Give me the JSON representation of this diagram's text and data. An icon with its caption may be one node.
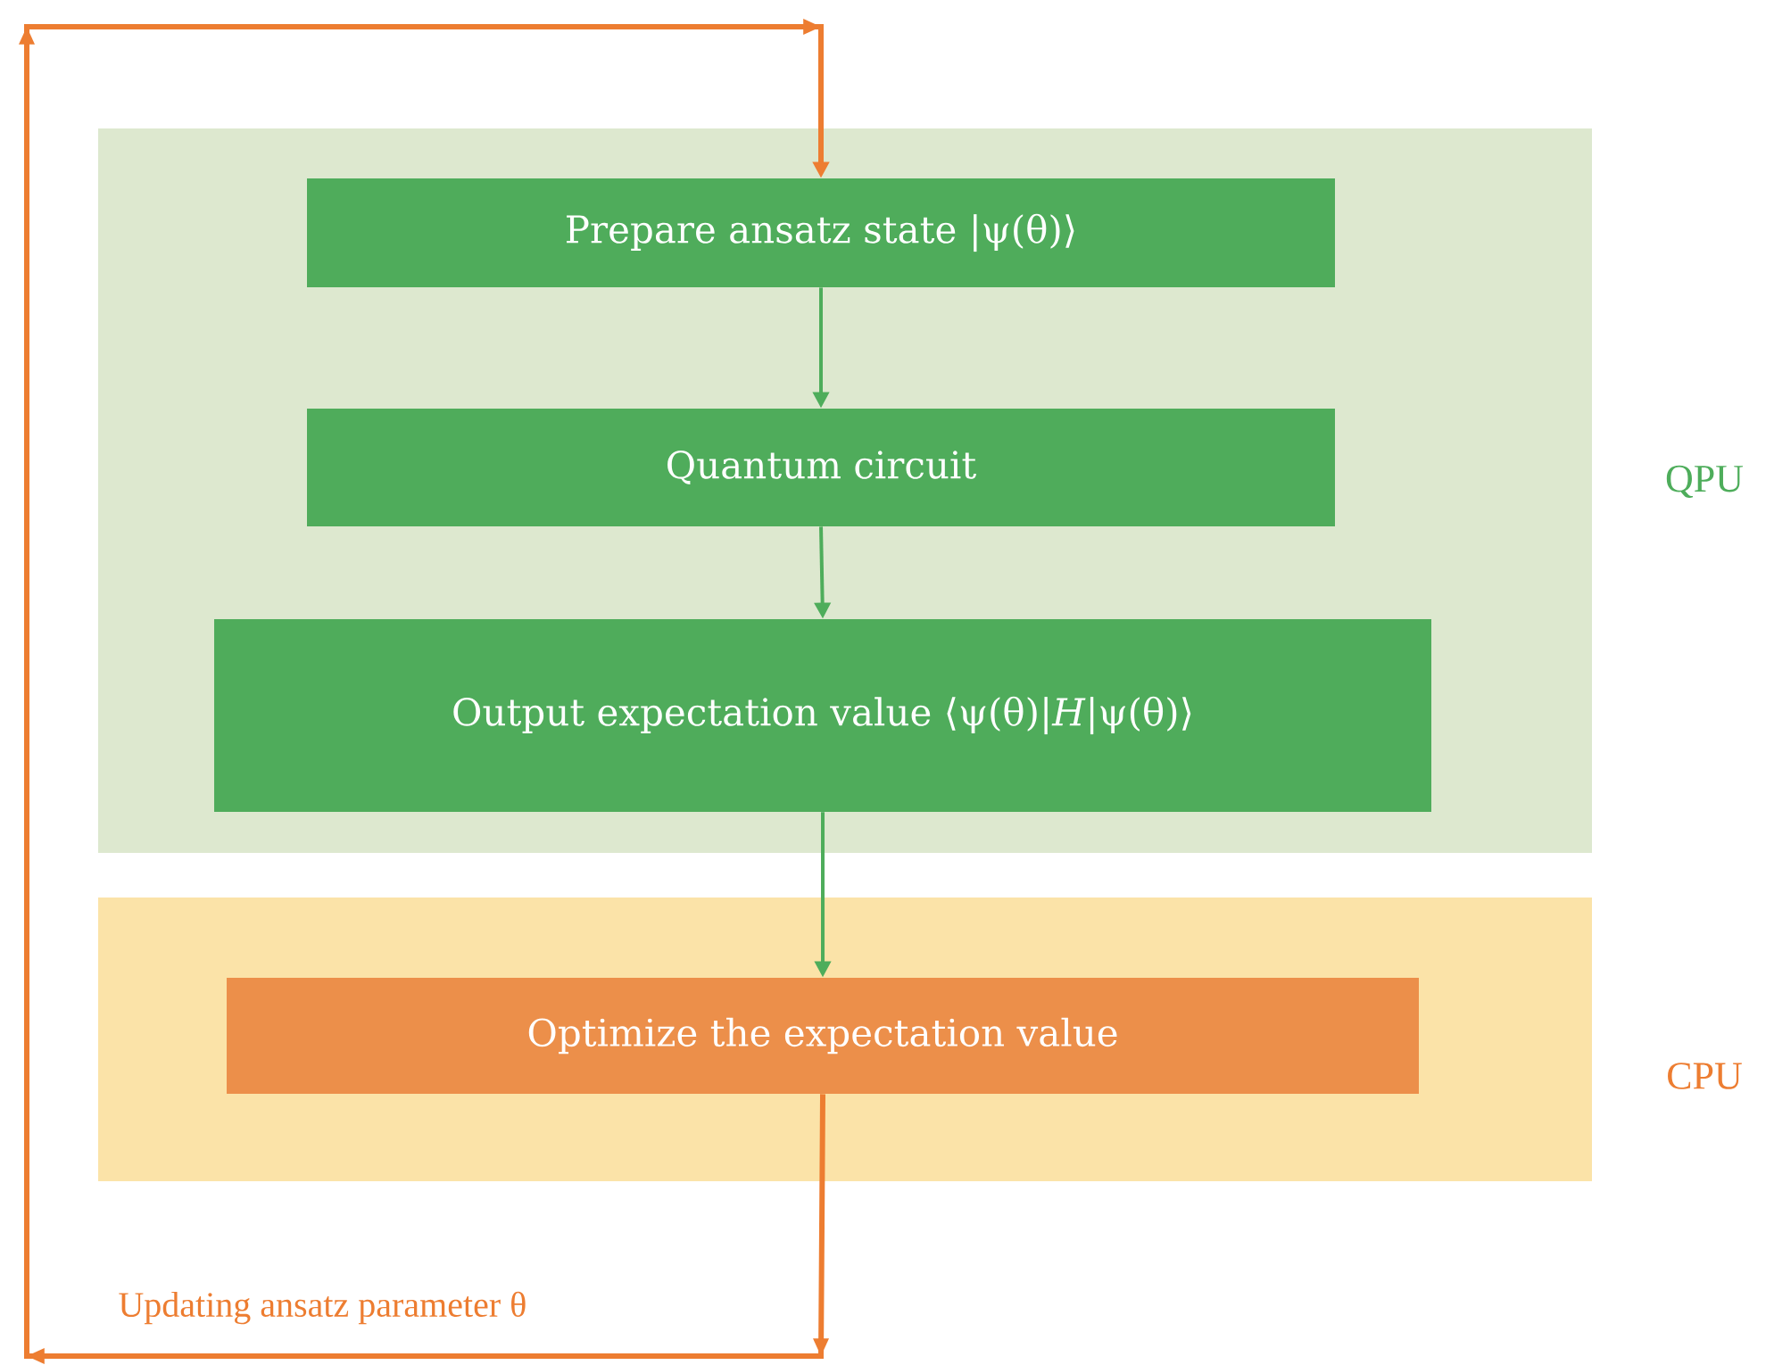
{
  "diagram": {
    "nodes": [
      {
        "text": [
          "QPU"
        ]
      },
      {
        "text": [
          "Prepare ansatz state |ψ(θ)⟩"
        ],
        "in": 0
      },
      {
        "text": [
          "Quantum circuit"
        ],
        "in": 0
      },
      {
        "text": [
          "Output expectation value ⟨ψ(θ)|*H*|ψ(θ)⟩"
        ],
        "in": 0
      },
      {
        "text": [
          "CPU"
        ]
      },
      {
        "text": [
          "Optimize the expectation value"
        ],
        "in": 4
      }
    ],
    "edges": [
      {
        "from": 1,
        "to": 2,
        "arrow": "to"
      },
      {
        "from": 2,
        "to": 3,
        "arrow": "to"
      },
      {
        "from": 3,
        "to": 5,
        "arrow": "to"
      },
      {
        "from": 5,
        "to": 1,
        "arrow": "to",
        "color": "#ed7d31",
        "label": "Updating ansatz parameter θ"
      }
    ]
  }
}
